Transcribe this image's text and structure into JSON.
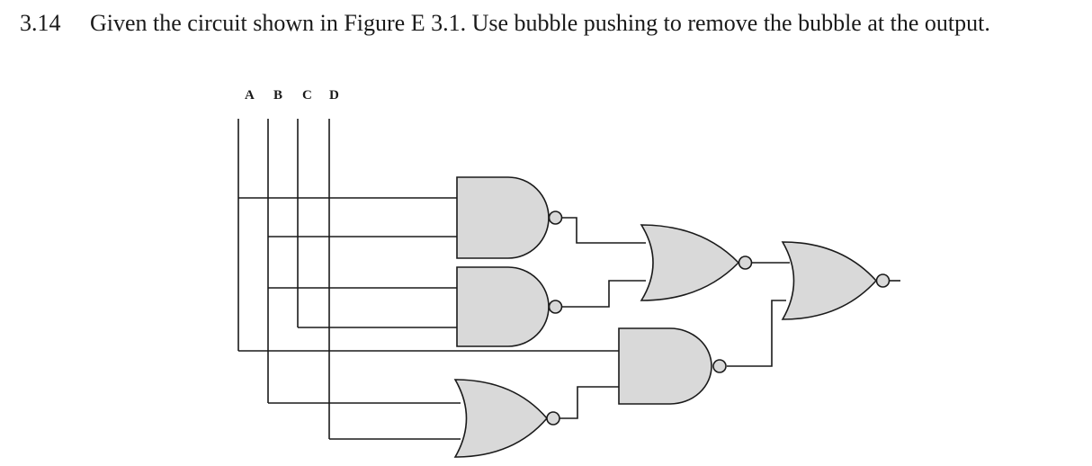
{
  "problem": {
    "number": "3.14",
    "text": "Given the circuit shown in Figure E 3.1.  Use bubble pushing to remove the bubble at the output."
  },
  "circuit": {
    "inputs": [
      "A",
      "B",
      "C",
      "D"
    ],
    "gates": [
      {
        "id": "nand-1",
        "type": "NAND",
        "inputs": [
          "A",
          "B"
        ]
      },
      {
        "id": "nand-2",
        "type": "NAND",
        "inputs": [
          "B",
          "C"
        ]
      },
      {
        "id": "nand-3",
        "type": "NAND",
        "inputs": [
          "A",
          "nor-1"
        ]
      },
      {
        "id": "nor-1",
        "type": "NOR",
        "inputs": [
          "B",
          "D"
        ]
      },
      {
        "id": "nor-2",
        "type": "NOR",
        "inputs": [
          "nand-1",
          "nand-2"
        ]
      },
      {
        "id": "nor-3",
        "type": "NOR",
        "inputs": [
          "nor-2",
          "nand-3"
        ]
      }
    ],
    "output_gate": "nor-3"
  }
}
